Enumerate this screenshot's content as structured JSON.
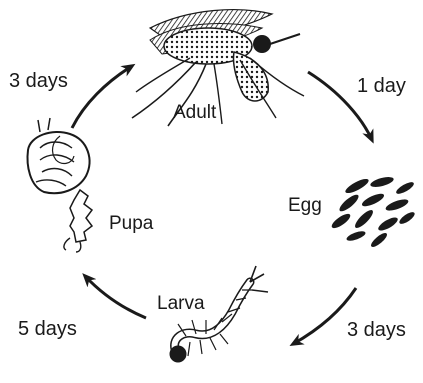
{
  "stages": {
    "adult": "Adult",
    "egg": "Egg",
    "larva": "Larva",
    "pupa": "Pupa"
  },
  "durations": {
    "adult_to_egg": "1 day",
    "egg_to_larva": "3 days",
    "larva_to_pupa": "5 days",
    "pupa_to_adult": "3 days"
  },
  "colors": {
    "ink": "#1a1a1a",
    "background": "#ffffff"
  }
}
